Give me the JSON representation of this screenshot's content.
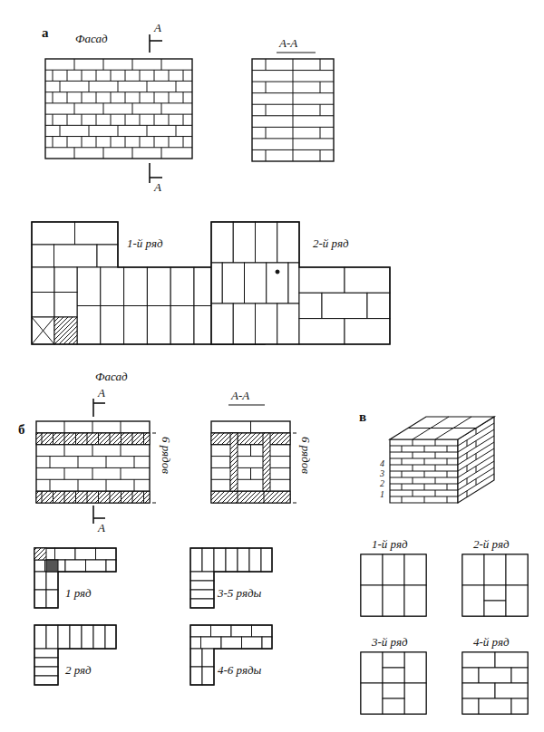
{
  "diagram": {
    "labels": [
      "а",
      "Фасад",
      "А",
      "А-А",
      "А",
      "1-й ряд",
      "2-й ряд",
      "Фасад",
      "А",
      "б",
      "А-А",
      "6 рядов",
      "6 рядов",
      "в",
      "4",
      "3",
      "2",
      "1",
      "А",
      "1 ряд",
      "3-5 ряды",
      "1-й ряд",
      "2-й ряд",
      "2 ряд",
      "4-6 ряды",
      "3-й ряд",
      "4-й ряд"
    ]
  }
}
